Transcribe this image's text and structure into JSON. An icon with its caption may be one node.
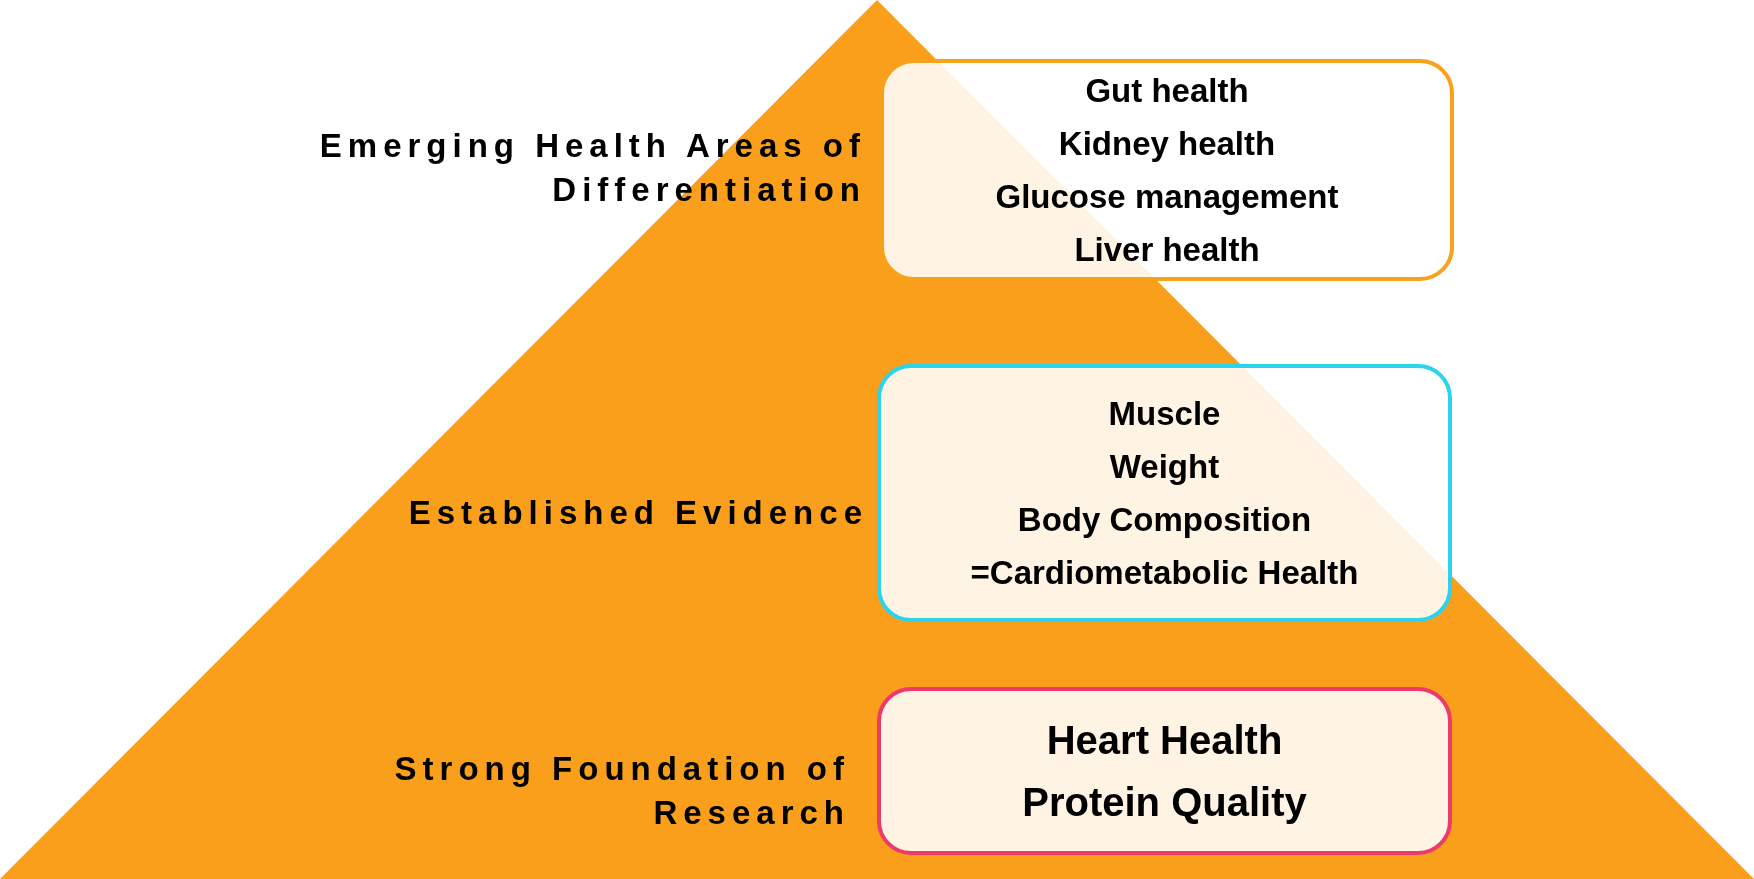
{
  "diagram": {
    "nodes": [
      {
        "text": [
          "Gut health",
          "Kidney health",
          "Glucose management",
          "Liver health"
        ],
        "beside": [
          "Emerging Health Areas of Differentiation"
        ]
      },
      {
        "text": [
          "Muscle",
          "Weight",
          "Body Composition",
          "=Cardiometabolic Health"
        ],
        "beside": [
          "Established Evidence"
        ]
      },
      {
        "text": [
          "Heart Health",
          "Protein Quality"
        ],
        "beside": [
          "Strong Foundation of Research"
        ]
      }
    ],
    "edges": []
  }
}
